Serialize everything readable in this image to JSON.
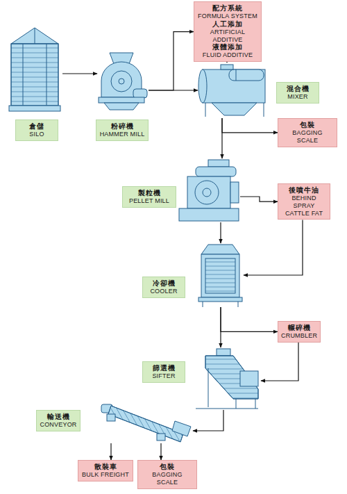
{
  "diagram": {
    "nodes": [
      {
        "text": [
          "配方系統",
          "FORMULA SYSTEM",
          "人工添加",
          "ARTIFICIAL ADDITIVE",
          "液體添加",
          "FLUID ADDITIVE"
        ]
      },
      {
        "text": [
          "倉儲",
          "SILO"
        ]
      },
      {
        "text": [
          "粉碎機",
          "HAMMER MILL"
        ]
      },
      {
        "text": [
          "混合機",
          "MIXER"
        ]
      },
      {
        "text": [
          "包裝",
          "BAGGING SCALE"
        ]
      },
      {
        "text": [
          "製粒機",
          "PELLET MILL"
        ]
      },
      {
        "text": [
          "後噴牛油",
          "BEHIND SPRAY CATTLE FAT"
        ]
      },
      {
        "text": [
          "冷卻機",
          "COOLER"
        ]
      },
      {
        "text": [
          "輾碎機",
          "CRUMBLER"
        ]
      },
      {
        "text": [
          "篩選機",
          "SIFTER"
        ]
      },
      {
        "text": [
          "輸送機",
          "CONVEYOR"
        ]
      },
      {
        "text": [
          "散裝車",
          "BULK FREIGHT"
        ]
      },
      {
        "text": [
          "包裝",
          "BAGGING SCALE"
        ]
      }
    ],
    "edges": [
      {
        "from": 1,
        "to": 2,
        "arrow": "to"
      },
      {
        "from": 2,
        "to": 3,
        "arrow": "to"
      },
      {
        "from": 2,
        "to": 0,
        "arrow": "to"
      },
      {
        "from": 0,
        "to": 3,
        "arrow": "to"
      },
      {
        "from": 3,
        "to": 4,
        "arrow": "to"
      },
      {
        "from": 3,
        "to": 5,
        "arrow": "to"
      },
      {
        "from": 5,
        "to": 6,
        "arrow": "to"
      },
      {
        "from": 5,
        "to": 7,
        "arrow": "to"
      },
      {
        "from": 6,
        "to": 7,
        "arrow": "to"
      },
      {
        "from": 7,
        "to": 8,
        "arrow": "to"
      },
      {
        "from": 7,
        "to": 9,
        "arrow": "to"
      },
      {
        "from": 8,
        "to": 9,
        "arrow": "to"
      },
      {
        "from": 9,
        "to": 10,
        "arrow": "to"
      },
      {
        "from": 10,
        "to": 11,
        "arrow": "to"
      },
      {
        "from": 10,
        "to": 12,
        "arrow": "to"
      }
    ]
  }
}
